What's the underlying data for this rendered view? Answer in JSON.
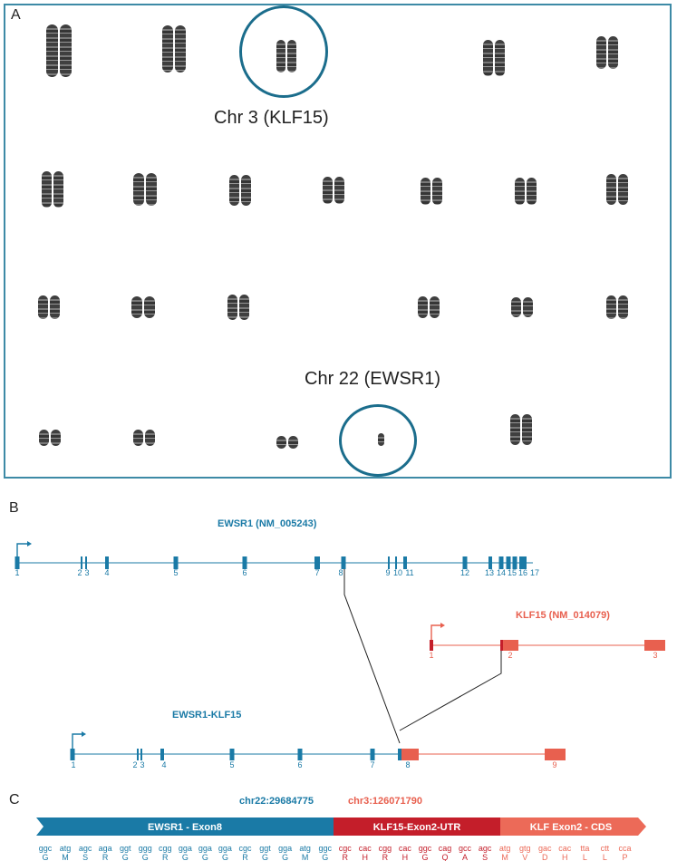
{
  "panel_a": {
    "letter": "A",
    "caption_chr3": "Chr 3 (KLF15)",
    "caption_chr22": "Chr 22 (EWSR1)"
  },
  "panel_b": {
    "letter": "B",
    "ewsr1": {
      "title": "EWSR1 (NM_005243)",
      "exon_labels": [
        "1",
        "2",
        "3",
        "4",
        "5",
        "6",
        "7",
        "8",
        "9",
        "10",
        "11",
        "12",
        "13",
        "14",
        "15",
        "16",
        "17"
      ]
    },
    "klf15": {
      "title": "KLF15 (NM_014079)",
      "exon_labels": [
        "1",
        "2",
        "3"
      ]
    },
    "fusion": {
      "title": "EWSR1-KLF15",
      "exon_labels": [
        "1",
        "2",
        "3",
        "4",
        "5",
        "6",
        "7",
        "8",
        "9"
      ]
    }
  },
  "panel_c": {
    "letter": "C",
    "breakpoint_left": "chr22:29684775",
    "breakpoint_right": "chr3:126071790",
    "segments": [
      {
        "label": "EWSR1 - Exon8"
      },
      {
        "label": "KLF15-Exon2-UTR"
      },
      {
        "label": "KLF Exon2 - CDS"
      }
    ],
    "codons": [
      {
        "c": "ggc",
        "aa": "G",
        "group": "ewsr1"
      },
      {
        "c": "atg",
        "aa": "M",
        "group": "ewsr1"
      },
      {
        "c": "agc",
        "aa": "S",
        "group": "ewsr1"
      },
      {
        "c": "aga",
        "aa": "R",
        "group": "ewsr1"
      },
      {
        "c": "ggt",
        "aa": "G",
        "group": "ewsr1"
      },
      {
        "c": "ggg",
        "aa": "G",
        "group": "ewsr1"
      },
      {
        "c": "cgg",
        "aa": "R",
        "group": "ewsr1"
      },
      {
        "c": "gga",
        "aa": "G",
        "group": "ewsr1"
      },
      {
        "c": "gga",
        "aa": "G",
        "group": "ewsr1"
      },
      {
        "c": "gga",
        "aa": "G",
        "group": "ewsr1"
      },
      {
        "c": "cgc",
        "aa": "R",
        "group": "ewsr1"
      },
      {
        "c": "ggt",
        "aa": "G",
        "group": "ewsr1"
      },
      {
        "c": "gga",
        "aa": "G",
        "group": "ewsr1"
      },
      {
        "c": "atg",
        "aa": "M",
        "group": "ewsr1"
      },
      {
        "c": "ggc",
        "aa": "G",
        "group": "ewsr1"
      },
      {
        "c": "cgc",
        "aa": "R",
        "group": "utr"
      },
      {
        "c": "cac",
        "aa": "H",
        "group": "utr"
      },
      {
        "c": "cgg",
        "aa": "R",
        "group": "utr"
      },
      {
        "c": "cac",
        "aa": "H",
        "group": "utr"
      },
      {
        "c": "ggc",
        "aa": "G",
        "group": "utr"
      },
      {
        "c": "cag",
        "aa": "Q",
        "group": "utr"
      },
      {
        "c": "gcc",
        "aa": "A",
        "group": "utr"
      },
      {
        "c": "agc",
        "aa": "S",
        "group": "utr"
      },
      {
        "c": "atg",
        "aa": "M",
        "group": "cds"
      },
      {
        "c": "gtg",
        "aa": "V",
        "group": "cds"
      },
      {
        "c": "gac",
        "aa": "D",
        "group": "cds"
      },
      {
        "c": "cac",
        "aa": "H",
        "group": "cds"
      },
      {
        "c": "tta",
        "aa": "L",
        "group": "cds"
      },
      {
        "c": "ctt",
        "aa": "L",
        "group": "cds"
      },
      {
        "c": "cca",
        "aa": "P",
        "group": "cds"
      }
    ]
  },
  "colors": {
    "ewsr1": "#1a7aa6",
    "klf15": "#e8604f",
    "utr": "#c41e2a",
    "cds": "#ec6a58",
    "panel_border": "#3d8aa6",
    "circle": "#1b6d8c"
  }
}
